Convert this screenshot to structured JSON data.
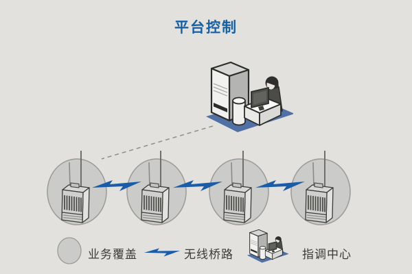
{
  "title": "平台控制",
  "legend": {
    "items": [
      {
        "id": "coverage",
        "icon": "coverage-circle-icon",
        "label": "业务覆盖"
      },
      {
        "id": "bridge",
        "icon": "wireless-bridge-icon",
        "label": "无线桥路"
      },
      {
        "id": "center",
        "icon": "control-center-icon",
        "label": "指调中心"
      }
    ]
  },
  "diagram": {
    "coverage_node_count": 4,
    "bridge_link_count": 3,
    "control_center_linked_to": "first coverage node (dashed line)"
  },
  "colors": {
    "background": "#e3e1de",
    "title_blue": "#1560a5",
    "bolt_blue": "#1a5ca8",
    "platform_blue": "#5171a5",
    "circle_fill": "#cbcbc9",
    "circle_border": "#9a9a98"
  }
}
